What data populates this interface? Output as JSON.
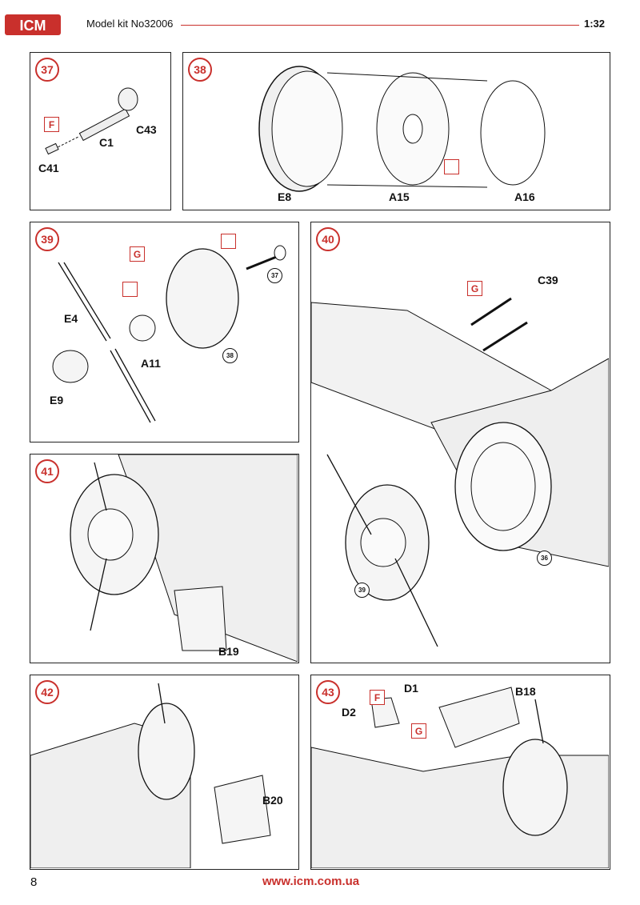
{
  "header": {
    "logo_text": "ICM",
    "title": "Model kit No32006",
    "scale": "1:32"
  },
  "steps": {
    "s37": {
      "number": "37",
      "labels": {
        "f": "F",
        "c41": "C41",
        "c1": "C1",
        "c43": "C43"
      }
    },
    "s38": {
      "number": "38",
      "labels": {
        "e8": "E8",
        "a15": "A15",
        "a16": "A16"
      }
    },
    "s39": {
      "number": "39",
      "labels": {
        "g": "G",
        "e4": "E4",
        "a11": "A11",
        "e9": "E9",
        "ref37": "37",
        "ref38": "38"
      }
    },
    "s40": {
      "number": "40",
      "labels": {
        "g": "G",
        "c39": "C39",
        "ref36": "36",
        "ref39": "39"
      }
    },
    "s41": {
      "number": "41",
      "labels": {
        "b19": "B19"
      }
    },
    "s42": {
      "number": "42",
      "labels": {
        "b20": "B20"
      }
    },
    "s43": {
      "number": "43",
      "labels": {
        "d1": "D1",
        "d2": "D2",
        "f": "F",
        "g": "G",
        "b18": "B18"
      }
    }
  },
  "footer": {
    "page_number": "8",
    "url": "www.icm.com.ua"
  }
}
